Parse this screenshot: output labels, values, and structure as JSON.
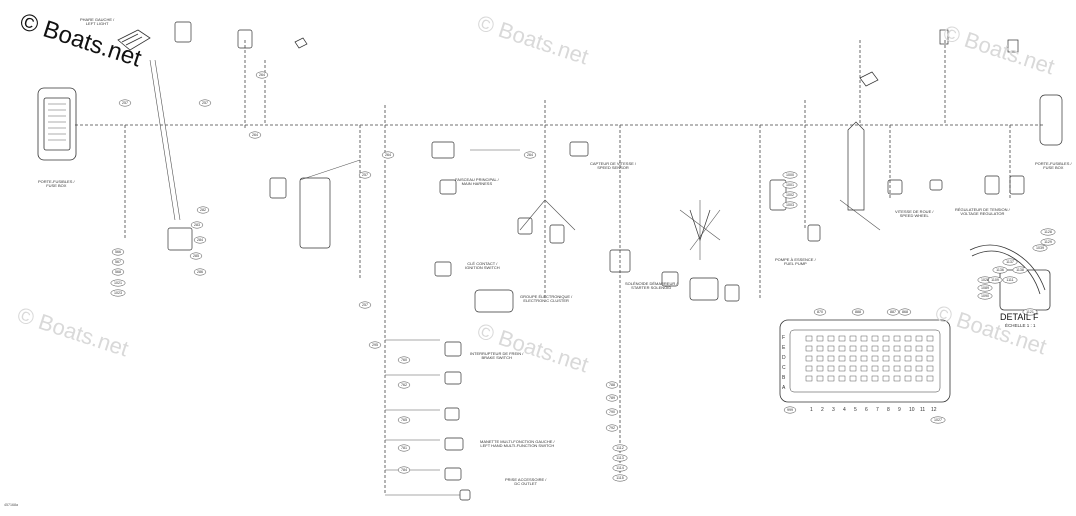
{
  "watermarks": {
    "primary": "© Boats.net",
    "repeat": "© Boats.net"
  },
  "callouts": {
    "c257a": "257",
    "c257b": "257",
    "c257c": "257",
    "c257d": "257",
    "c264a": "264",
    "c264b": "264",
    "c264c": "264",
    "c264d": "264",
    "c282": "282",
    "c283": "283",
    "c284": "284",
    "c285": "285",
    "c286": "286",
    "c295": "295",
    "c566": "566",
    "c567": "567",
    "c568": "568",
    "c760": "760",
    "c762": "762",
    "c765": "765",
    "c781": "781",
    "c784": "784",
    "c788": "788",
    "c789": "789",
    "c790": "790",
    "c792": "792",
    "c868": "868",
    "c870": "870",
    "c887": "887",
    "c888": "888",
    "c999": "999",
    "c1000": "1000",
    "c1001": "1001",
    "c1002": "1002",
    "c1003": "1003",
    "c1021": "1021",
    "c1023": "1023",
    "c1027": "1027",
    "c1028": "1028",
    "c1039": "1039",
    "c1089": "1089",
    "c1090": "1090",
    "c1109": "1109",
    "c1111": "1111",
    "c1112": "1112",
    "c1113": "1113",
    "c1114": "1114",
    "c1115": "1115",
    "c1121": "1121",
    "c1128": "1128",
    "c1129": "1129",
    "c1136": "1136",
    "c1137": "1137",
    "c1138": "1138"
  },
  "component_labels": {
    "fuse_box": "PORTE-FUSIBLES /\nFUSE BOX",
    "left_light": "PHARE GAUCHE /\nLEFT LIGHT",
    "fuel_pump": "POMPE À ESSENCE /\nFUEL PUMP",
    "ignition_switch": "CLÉ CONTACT /\nIGNITION SWITCH",
    "cluster": "GROUPE ÉLECTRONIQUE /\nELECTRONIC CLUSTER",
    "fuse_box_right": "PORTE-FUSIBLES /\nFUSE BOX",
    "voltage_regulator": "RÉGULATEUR DE TENSION /\nVOLTAGE REGULATOR",
    "speed_sensor": "CAPTEUR DE VITESSE /\nSPEED SENSOR",
    "starter_solenoid": "SOLÉNOÏDE DÉMARREUR /\nSTARTER SOLENOID",
    "brake_switch": "INTERRUPTEUR DE FREIN /\nBRAKE SWITCH",
    "lh_multi_switch": "MANETTE MULTI-FONCTION GAUCHE /\nLEFT HAND MULTI-FUNCTION SWITCH",
    "dc_outlet": "PRISE ACCESSOIRE /\nDC OUTLET",
    "wheel_speed": "VITESSE DE ROUE /\nSPEED WHEEL",
    "main_harness": "FAISCEAU PRINCIPAL /\nMAIN HARNESS"
  },
  "detail": {
    "title": "DETAIL F",
    "scale": "ÉCHELLE 1 : 1",
    "rows": [
      "F",
      "E",
      "D",
      "C",
      "B",
      "A"
    ],
    "columns": [
      "1",
      "2",
      "3",
      "4",
      "5",
      "6",
      "7",
      "8",
      "9",
      "10",
      "11",
      "12"
    ]
  },
  "drawing_code": "457168a"
}
